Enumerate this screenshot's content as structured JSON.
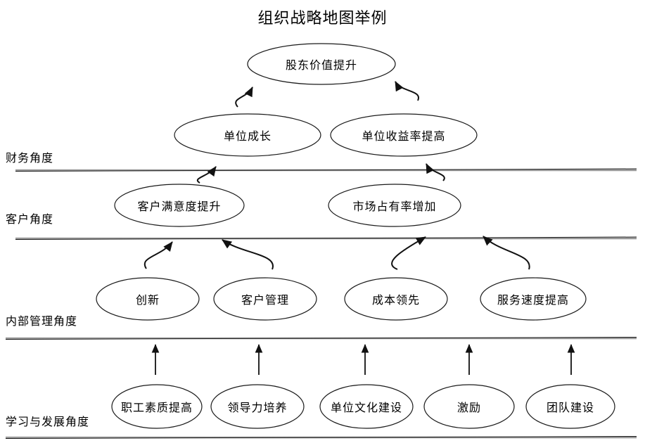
{
  "title": "组织战略地图举例",
  "perspectives": {
    "finance": "财务角度",
    "customer": "客户角度",
    "internal": "内部管理角度",
    "learning": "学习与发展角度"
  },
  "nodes": {
    "shareholder_value": "股东价值提升",
    "unit_growth": "单位成长",
    "unit_profit": "单位收益率提高",
    "customer_satisfaction": "客户满意度提升",
    "market_share": "市场占有率增加",
    "innovation": "创新",
    "customer_mgmt": "客户管理",
    "cost_leadership": "成本领先",
    "service_speed": "服务速度提高",
    "staff_quality": "职工素质提高",
    "leadership": "领导力培养",
    "culture": "单位文化建设",
    "motivation": "激励",
    "team_building": "团队建设"
  },
  "edges": [
    {
      "from": "unit_growth",
      "to": "shareholder_value",
      "style": "curved"
    },
    {
      "from": "unit_profit",
      "to": "shareholder_value",
      "style": "curved"
    },
    {
      "from": "customer_satisfaction",
      "to": "unit_growth",
      "style": "curved"
    },
    {
      "from": "market_share",
      "to": "unit_profit",
      "style": "curved"
    },
    {
      "from": "innovation",
      "to": "customer_satisfaction",
      "style": "curved"
    },
    {
      "from": "customer_mgmt",
      "to": "customer_satisfaction",
      "style": "curved"
    },
    {
      "from": "cost_leadership",
      "to": "market_share",
      "style": "curved"
    },
    {
      "from": "service_speed",
      "to": "market_share",
      "style": "curved"
    },
    {
      "from": "staff_quality",
      "to": "internal_row",
      "style": "straight-up"
    },
    {
      "from": "leadership",
      "to": "internal_row",
      "style": "straight-up"
    },
    {
      "from": "culture",
      "to": "internal_row",
      "style": "straight-up"
    },
    {
      "from": "motivation",
      "to": "internal_row",
      "style": "straight-up"
    },
    {
      "from": "team_building",
      "to": "internal_row",
      "style": "straight-up"
    }
  ],
  "colors": {
    "stroke": "#1a1a1a",
    "divider_gray": "#9a9a9a",
    "background": "#ffffff"
  }
}
